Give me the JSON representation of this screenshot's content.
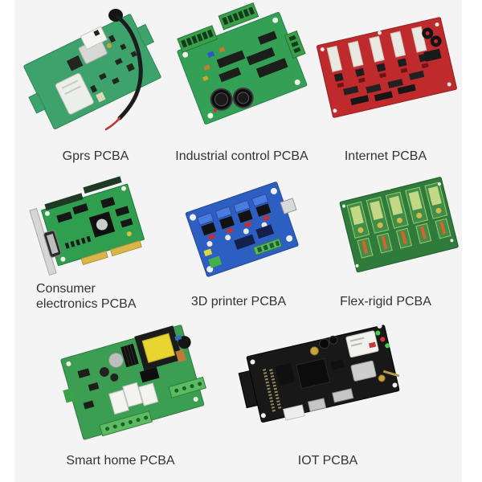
{
  "page": {
    "outer_background": "#ffffff",
    "panel_background": "#f3f4f3",
    "label_color": "#333333"
  },
  "products": [
    {
      "id": "gprs",
      "label": "Gprs PCBA",
      "board_color": "#3da26b"
    },
    {
      "id": "industrial-control",
      "label": "Industrial control PCBA",
      "board_color": "#33a055"
    },
    {
      "id": "internet",
      "label": "Internet PCBA",
      "board_color": "#bf2b2d"
    },
    {
      "id": "consumer-electronics",
      "label": "Consumer electronics PCBA",
      "board_color": "#2f9e4f"
    },
    {
      "id": "3d-printer",
      "label": "3D printer PCBA",
      "board_color": "#2d5fc2"
    },
    {
      "id": "flex-rigid",
      "label": "Flex-rigid PCBA",
      "board_color": "#2e7b3c"
    },
    {
      "id": "smart-home",
      "label": "Smart home PCBA",
      "board_color": "#3c9e53"
    },
    {
      "id": "iot",
      "label": "IOT PCBA",
      "board_color": "#181818"
    }
  ]
}
